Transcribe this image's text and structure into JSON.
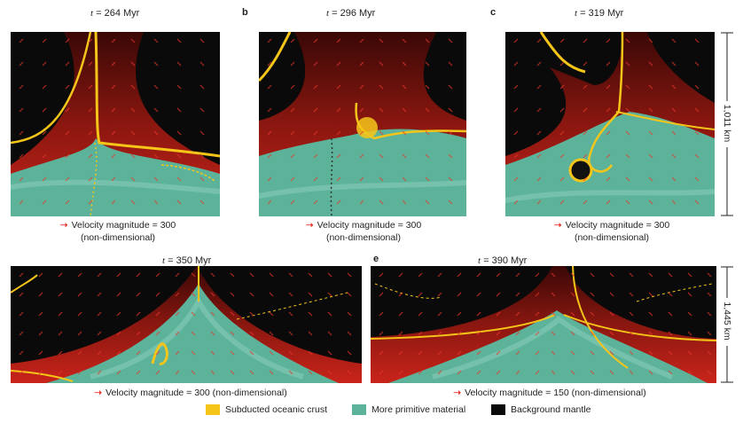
{
  "panels": [
    {
      "label": "",
      "time": "264 Myr",
      "caption_main": "Velocity magnitude = 300",
      "caption_sub": "(non-dimensional)"
    },
    {
      "label": "b",
      "time": "296 Myr",
      "caption_main": "Velocity magnitude = 300",
      "caption_sub": "(non-dimensional)"
    },
    {
      "label": "c",
      "time": "319 Myr",
      "caption_main": "Velocity magnitude = 300",
      "caption_sub": "(non-dimensional)"
    },
    {
      "label": "",
      "time": "350 Myr",
      "caption_main": "Velocity magnitude = 300 (non-dimensional)"
    },
    {
      "label": "e",
      "time": "390 Myr",
      "caption_main": "Velocity magnitude = 150 (non-dimensional)"
    }
  ],
  "time_symbol": "t",
  "time_eq": " = ",
  "scales": {
    "top": "1,011 km",
    "bottom": "1,445 km"
  },
  "legend": [
    {
      "label": "Subducted oceanic crust",
      "color": "#f5c51a"
    },
    {
      "label": "More primitive material",
      "color": "#5cb39a"
    },
    {
      "label": "Background mantle",
      "color": "#0a0a0a"
    }
  ],
  "colors": {
    "mantle": "#0a0a0a",
    "hot": "#b01c14",
    "primitive": "#5cb39a",
    "crust": "#f5c51a",
    "arrow": "#e8372d"
  }
}
